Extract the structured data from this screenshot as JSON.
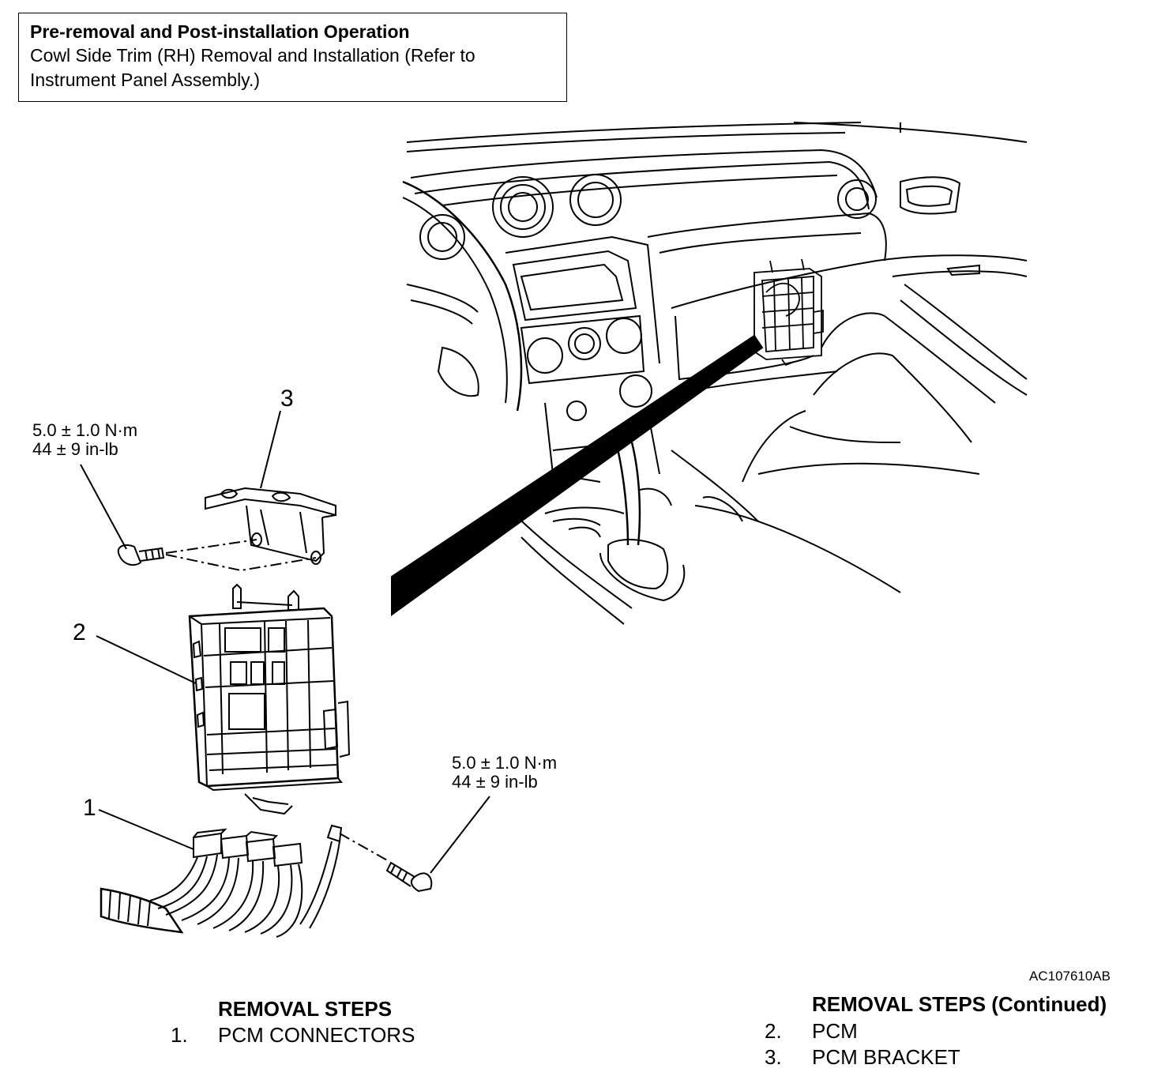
{
  "note": {
    "title": "Pre-removal and Post-installation Operation",
    "line1": "Cowl Side Trim (RH) Removal and Installation (Refer to",
    "line2": "Instrument Panel Assembly.)"
  },
  "callouts": {
    "c1": "1",
    "c2": "2",
    "c3": "3"
  },
  "torque_upper": {
    "metric": "5.0 ± 1.0 N·m",
    "imperial": "44 ± 9 in-lb"
  },
  "torque_lower": {
    "metric": "5.0 ± 1.0 N·m",
    "imperial": "44 ± 9 in-lb"
  },
  "figure_code": "AC107610AB",
  "removal_steps": {
    "heading": "REMOVAL STEPS",
    "items": [
      {
        "num": "1.",
        "label": "PCM CONNECTORS"
      }
    ]
  },
  "removal_steps_continued": {
    "heading": "REMOVAL STEPS (Continued)",
    "items": [
      {
        "num": "2.",
        "label": "PCM"
      },
      {
        "num": "3.",
        "label": "PCM BRACKET"
      }
    ]
  }
}
